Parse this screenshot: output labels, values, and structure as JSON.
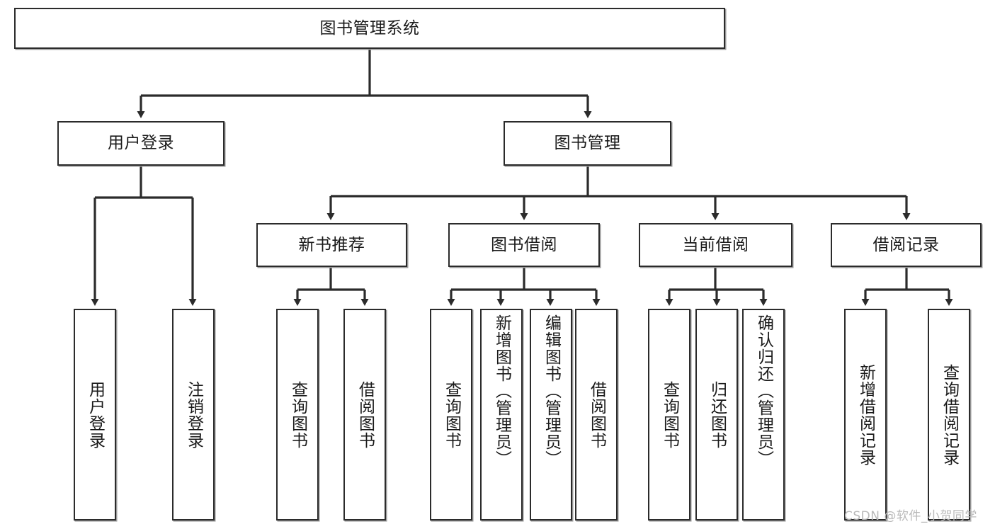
{
  "diagram": {
    "title_node": {
      "label": "图书管理系统"
    },
    "level2": [
      {
        "id": "user-login",
        "label": "用户登录"
      },
      {
        "id": "book-management",
        "label": "图书管理"
      }
    ],
    "level3": [
      {
        "id": "new-book-recommend",
        "label": "新书推荐"
      },
      {
        "id": "book-borrow",
        "label": "图书借阅"
      },
      {
        "id": "current-borrow",
        "label": "当前借阅"
      },
      {
        "id": "borrow-record",
        "label": "借阅记录"
      }
    ],
    "leaves": {
      "user_login": [
        {
          "id": "leaf-user-login",
          "label": "用户登录"
        },
        {
          "id": "leaf-logout-login",
          "label": "注销登录"
        }
      ],
      "new_book_recommend": [
        {
          "id": "leaf-query-book-1",
          "label": "查询图书"
        },
        {
          "id": "leaf-borrow-book-1",
          "label": "借阅图书"
        }
      ],
      "book_borrow": [
        {
          "id": "leaf-query-book-2",
          "label": "查询图书"
        },
        {
          "id": "leaf-add-book",
          "label": "新增图书（管理员）"
        },
        {
          "id": "leaf-edit-book",
          "label": "编辑图书（管理员）"
        },
        {
          "id": "leaf-borrow-book-2",
          "label": "借阅图书"
        }
      ],
      "current_borrow": [
        {
          "id": "leaf-query-book-3",
          "label": "查询图书"
        },
        {
          "id": "leaf-return-book",
          "label": "归还图书"
        },
        {
          "id": "leaf-confirm-return",
          "label": "确认归还（管理员）"
        }
      ],
      "borrow_record": [
        {
          "id": "leaf-add-borrow-record",
          "label": "新增借阅记录"
        },
        {
          "id": "leaf-query-borrow-record",
          "label": "查询借阅记录"
        }
      ]
    },
    "watermark": {
      "text": "CSDN @软件_小贺同学"
    },
    "colors": {
      "stroke": "#2b2b2b",
      "fill": "#ffffff",
      "text": "#1a1a1a",
      "shadow": "#9a9a9a",
      "watermark": "#b9b9b9"
    }
  }
}
